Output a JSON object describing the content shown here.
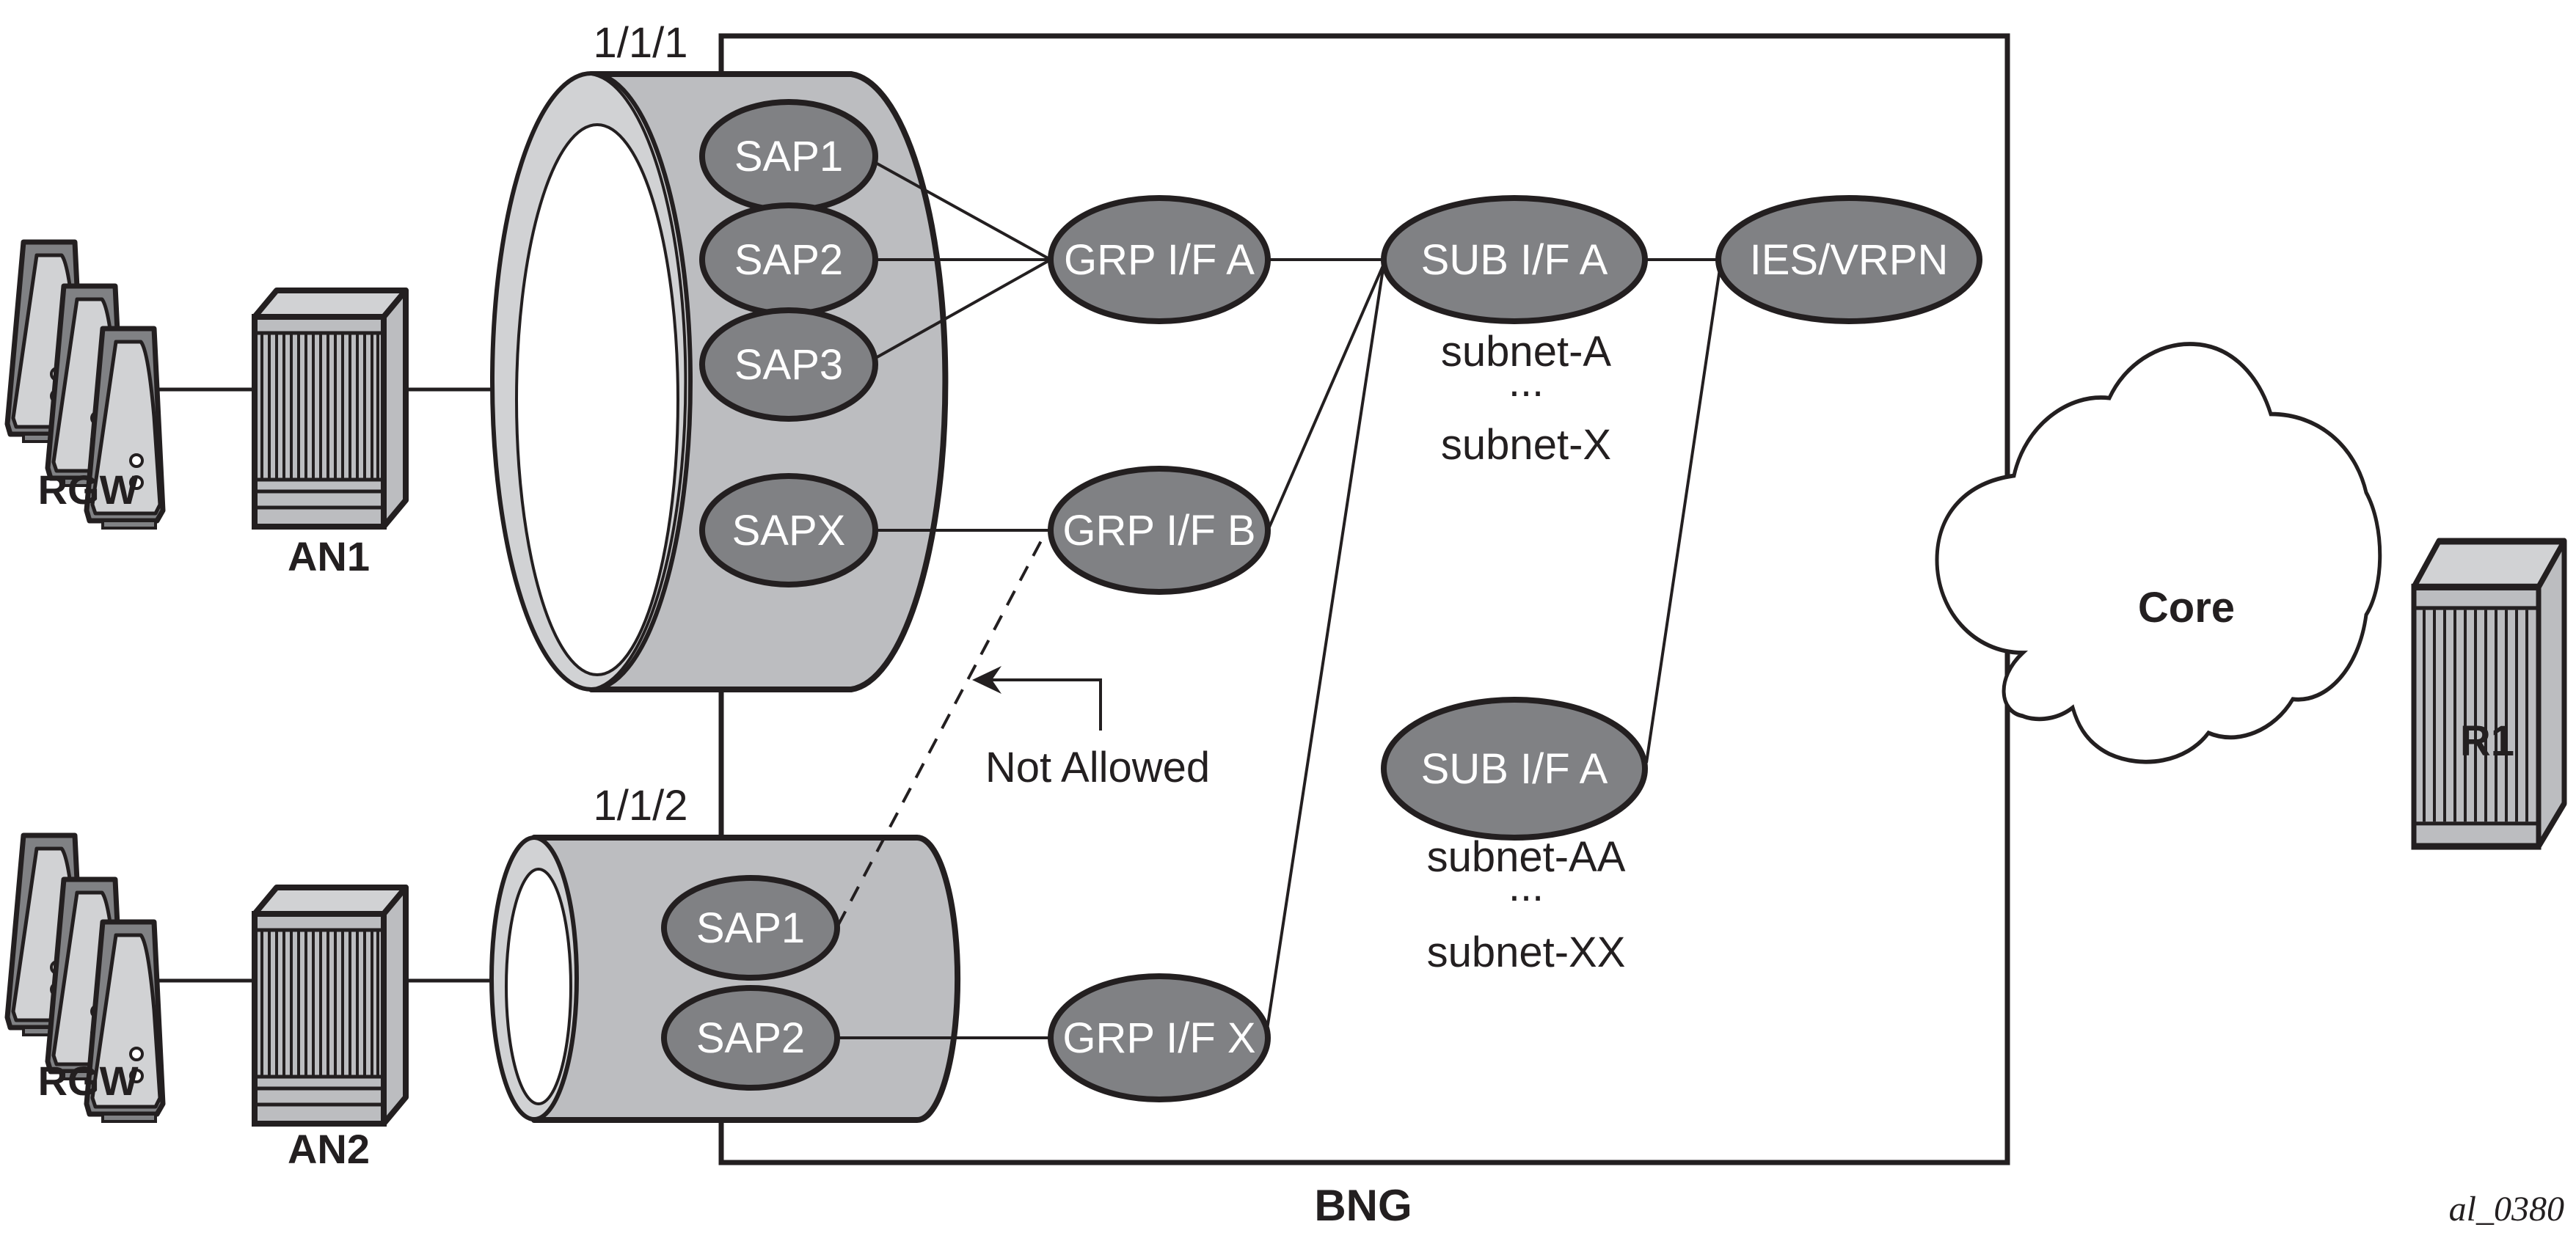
{
  "diagram": {
    "container_label": "BNG",
    "figure_id": "al_0380",
    "colors": {
      "ink": "#231f20",
      "node_fill": "#808184",
      "cylinder_body": "#bcbdc0",
      "cylinder_rim": "#d1d2d4",
      "device_light": "#d1d2d4",
      "device_dark": "#808184"
    },
    "customers": [
      {
        "label": "RGW",
        "access_node": "AN1",
        "port": "1/1/1"
      },
      {
        "label": "RGW",
        "access_node": "AN2",
        "port": "1/1/2"
      }
    ],
    "ports": [
      {
        "label": "1/1/1",
        "saps": [
          "SAP1",
          "SAP2",
          "SAP3",
          "SAPX"
        ]
      },
      {
        "label": "1/1/2",
        "saps": [
          "SAP1",
          "SAP2"
        ]
      }
    ],
    "group_interfaces": [
      "GRP I/F A",
      "GRP I/F B",
      "GRP I/F X"
    ],
    "subscriber_interfaces": [
      {
        "label": "SUB I/F A",
        "subnets": [
          "subnet-A",
          "...",
          "subnet-X"
        ]
      },
      {
        "label": "SUB I/F A",
        "subnets": [
          "subnet-AA",
          "...",
          "subnet-XX"
        ]
      }
    ],
    "service": "IES/VRPN",
    "core": {
      "label": "Core"
    },
    "router": {
      "label": "R1"
    },
    "annotation": {
      "label": "Not Allowed"
    },
    "connections": [
      {
        "from": "1/1/1 SAP1",
        "to": "GRP I/F A",
        "style": "solid"
      },
      {
        "from": "1/1/1 SAP2",
        "to": "GRP I/F A",
        "style": "solid"
      },
      {
        "from": "1/1/1 SAP3",
        "to": "GRP I/F A",
        "style": "solid"
      },
      {
        "from": "1/1/1 SAPX",
        "to": "GRP I/F B",
        "style": "solid"
      },
      {
        "from": "1/1/2 SAP1",
        "to": "GRP I/F B",
        "style": "dashed",
        "note": "Not Allowed"
      },
      {
        "from": "1/1/2 SAP2",
        "to": "GRP I/F X",
        "style": "solid"
      },
      {
        "from": "GRP I/F A",
        "to": "SUB I/F A (subnet-A)",
        "style": "solid"
      },
      {
        "from": "GRP I/F B",
        "to": "SUB I/F A (subnet-A)",
        "style": "solid"
      },
      {
        "from": "GRP I/F X",
        "to": "SUB I/F A (subnet-A)",
        "style": "solid"
      },
      {
        "from": "SUB I/F A (subnet-A)",
        "to": "IES/VRPN",
        "style": "solid"
      },
      {
        "from": "SUB I/F A (subnet-AA)",
        "to": "IES/VRPN",
        "style": "solid"
      }
    ]
  }
}
